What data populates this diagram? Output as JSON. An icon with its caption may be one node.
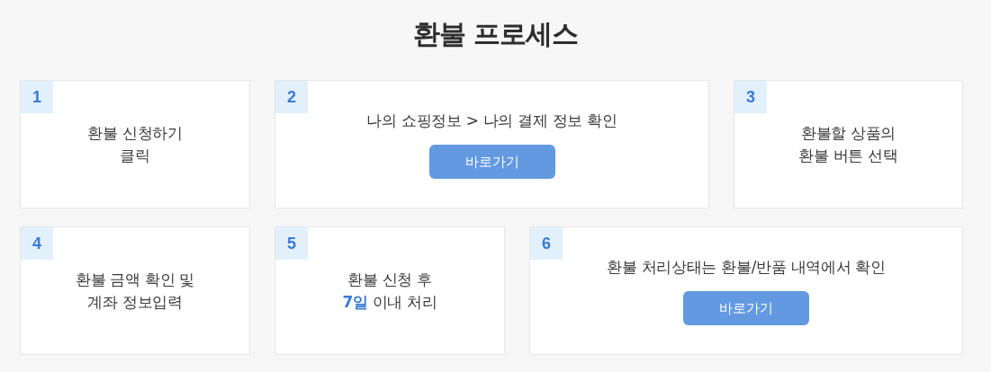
{
  "diagram": {
    "title": "환불 프로세스",
    "nodes": [
      {
        "text": [
          "1",
          "환불 신청하기 클릭"
        ]
      },
      {
        "text": [
          "2",
          "나의 쇼핑정보 > 나의 결제 정보 확인"
        ]
      },
      {
        "text": [
          "바로가기"
        ],
        "in": 1
      },
      {
        "text": [
          "3",
          "환불할 상품의 환불 버튼 선택"
        ]
      },
      {
        "text": [
          "4",
          "환불 금액 확인 및 계좌 정보입력"
        ]
      },
      {
        "text": [
          "5",
          "환불 신청 후 **7일** 이내 처리"
        ]
      },
      {
        "text": [
          "6",
          "환불 처리상태는 환불/반품 내역에서 확인"
        ]
      },
      {
        "text": [
          "바로가기"
        ],
        "in": 6
      }
    ]
  }
}
